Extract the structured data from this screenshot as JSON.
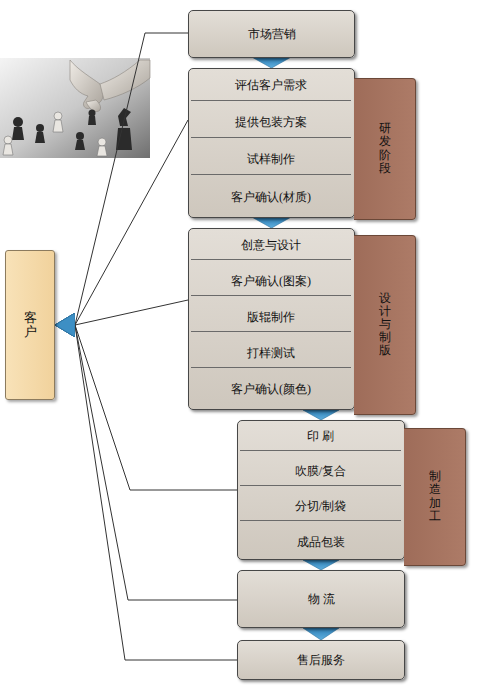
{
  "diagram": {
    "nodes": [
      {
        "text": [
          "市场营销"
        ]
      },
      {
        "text": [
          "研发阶段"
        ]
      },
      {
        "text": [
          "评估客户需求"
        ],
        "in": 1
      },
      {
        "text": [
          "提供包装方案"
        ],
        "in": 1
      },
      {
        "text": [
          "试样制作"
        ],
        "in": 1
      },
      {
        "text": [
          "客户确认(材质)"
        ],
        "in": 1
      },
      {
        "text": [
          "设计与制版"
        ]
      },
      {
        "text": [
          "创意与设计"
        ],
        "in": 6
      },
      {
        "text": [
          "客户确认(图案)"
        ],
        "in": 6
      },
      {
        "text": [
          "版辊制作"
        ],
        "in": 6
      },
      {
        "text": [
          "打样测试"
        ],
        "in": 6
      },
      {
        "text": [
          "客户确认(颜色)"
        ],
        "in": 6
      },
      {
        "text": [
          "制造加工"
        ]
      },
      {
        "text": [
          "印 刷"
        ],
        "in": 12
      },
      {
        "text": [
          "吹膜/复合"
        ],
        "in": 12
      },
      {
        "text": [
          "分切/制袋"
        ],
        "in": 12
      },
      {
        "text": [
          "成品包装"
        ],
        "in": 12
      },
      {
        "text": [
          "物 流"
        ]
      },
      {
        "text": [
          "售后服务"
        ]
      },
      {
        "text": [
          "客户"
        ]
      }
    ],
    "edges": [
      {
        "from": 0,
        "to": 1,
        "arrow": "to"
      },
      {
        "from": 1,
        "to": 6,
        "arrow": "to"
      },
      {
        "from": 6,
        "to": 12,
        "arrow": "to"
      },
      {
        "from": 12,
        "to": 17,
        "arrow": "to"
      },
      {
        "from": 17,
        "to": 18,
        "arrow": "to"
      },
      {
        "from": 2,
        "to": 3,
        "arrow": "to"
      },
      {
        "from": 3,
        "to": 4,
        "arrow": "to"
      },
      {
        "from": 4,
        "to": 5,
        "arrow": "to"
      },
      {
        "from": 7,
        "to": 8,
        "arrow": "to"
      },
      {
        "from": 8,
        "to": 9,
        "arrow": "to"
      },
      {
        "from": 9,
        "to": 10,
        "arrow": "to"
      },
      {
        "from": 10,
        "to": 11,
        "arrow": "to"
      },
      {
        "from": 13,
        "to": 14,
        "arrow": "to"
      },
      {
        "from": 14,
        "to": 15,
        "arrow": "to"
      },
      {
        "from": 15,
        "to": 16,
        "arrow": "to"
      },
      {
        "from": 0,
        "to": 19,
        "arrow": "to"
      },
      {
        "from": 1,
        "to": 19,
        "arrow": "to"
      },
      {
        "from": 6,
        "to": 19,
        "arrow": "to"
      },
      {
        "from": 12,
        "to": 19,
        "arrow": "to"
      },
      {
        "from": 17,
        "to": 19,
        "arrow": "to"
      },
      {
        "from": 18,
        "to": 19,
        "arrow": "to"
      }
    ]
  }
}
